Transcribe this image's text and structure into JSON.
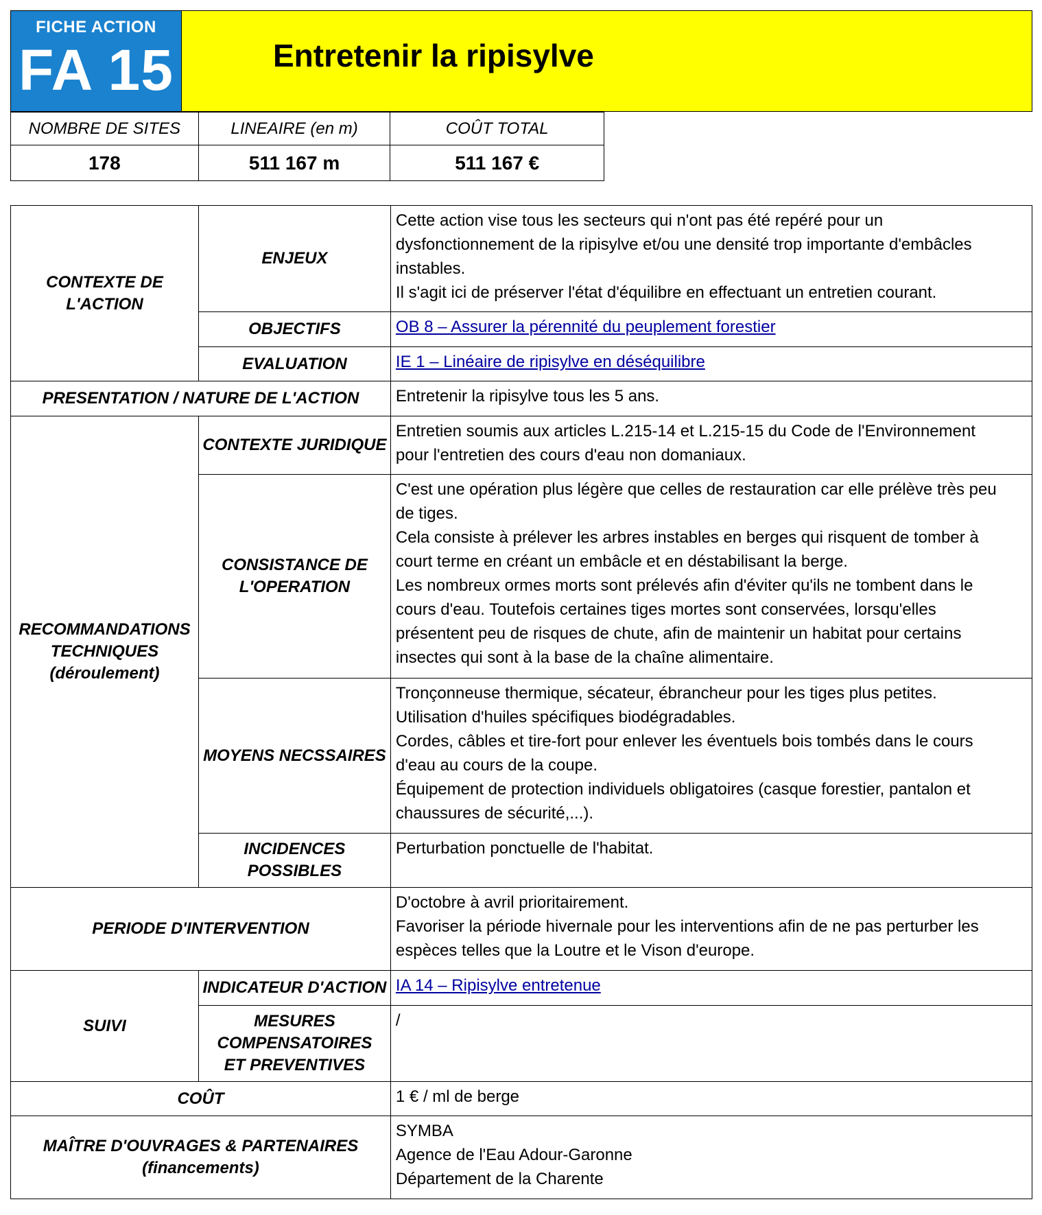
{
  "header": {
    "fiche_label": "FICHE ACTION",
    "code": "FA 15",
    "title": "Entretenir la ripisylve"
  },
  "stats": {
    "headers": [
      "NOMBRE DE SITES",
      "LINEAIRE (en m)",
      "COÛT TOTAL"
    ],
    "values": [
      "178",
      "511 167 m",
      "511 167 €"
    ]
  },
  "sections": {
    "contexte": {
      "label": "CONTEXTE DE L'ACTION",
      "enjeux_label": "ENJEUX",
      "enjeux_lines": [
        "Cette action vise tous les secteurs qui n'ont pas été repéré pour un",
        "dysfonctionnement de la ripisylve et/ou une densité trop importante d'embâcles",
        "instables.",
        "Il s'agit ici de préserver l'état d'équilibre en effectuant un entretien courant."
      ],
      "objectifs_label": "OBJECTIFS",
      "objectifs_link": "OB 8 – Assurer la pérennité du peuplement forestier",
      "evaluation_label": "EVALUATION",
      "evaluation_link": "IE 1 – Linéaire de ripisylve en déséquilibre"
    },
    "presentation": {
      "label": "PRESENTATION / NATURE DE L'ACTION",
      "value": "Entretenir la ripisylve tous les 5 ans."
    },
    "recommandations": {
      "label_line1": "RECOMMANDATIONS",
      "label_line2": "TECHNIQUES",
      "label_line3": "(déroulement)",
      "juridique_label": "CONTEXTE JURIDIQUE",
      "juridique_lines": [
        "Entretien soumis aux articles L.215-14 et L.215-15 du Code de l'Environnement",
        "pour l'entretien des cours d'eau non domaniaux."
      ],
      "consistance_label": "CONSISTANCE DE L'OPERATION",
      "consistance_lines": [
        "C'est une opération plus légère que celles de restauration car elle prélève très peu",
        "de tiges.",
        "Cela consiste à prélever les arbres instables en berges qui risquent de tomber à",
        "court terme en créant un embâcle et en déstabilisant la berge.",
        "Les nombreux ormes morts sont prélevés afin d'éviter qu'ils ne tombent dans le",
        "cours d'eau. Toutefois certaines tiges mortes sont conservées, lorsqu'elles",
        "présentent peu de risques de chute, afin de maintenir un habitat pour certains",
        "insectes qui sont à la base de la chaîne alimentaire."
      ],
      "moyens_label": "MOYENS NECSSAIRES",
      "moyens_lines": [
        "Tronçonneuse thermique, sécateur, ébrancheur pour les tiges plus petites.",
        "Utilisation d'huiles spécifiques biodégradables.",
        "Cordes, câbles et tire-fort pour enlever les éventuels bois tombés dans le cours",
        "d'eau au cours de la coupe.",
        "Équipement de protection individuels obligatoires (casque forestier, pantalon et",
        "chaussures de sécurité,...)."
      ],
      "incidences_label_line1": "INCIDENCES",
      "incidences_label_line2": "POSSIBLES",
      "incidences_value": "Perturbation ponctuelle de l'habitat."
    },
    "periode": {
      "label": "PERIODE D'INTERVENTION",
      "lines": [
        "D'octobre à avril prioritairement.",
        "Favoriser la période hivernale pour les interventions afin de ne pas perturber les",
        "espèces telles que la Loutre et le Vison d'europe."
      ]
    },
    "suivi": {
      "label": "SUIVI",
      "indicateur_label": "INDICATEUR D'ACTION",
      "indicateur_link": "IA 14 – Ripisylve entretenue",
      "mesures_label_line1": "MESURES",
      "mesures_label_line2": "COMPENSATOIRES",
      "mesures_label_line3": "ET PREVENTIVES",
      "mesures_value": "/"
    },
    "cout": {
      "label": "COÛT",
      "value": "1 € / ml de berge"
    },
    "maitre": {
      "label_line1": "MAÎTRE D'OUVRAGES & PARTENAIRES",
      "label_line2": "(financements)",
      "lines": [
        "SYMBA",
        "Agence de l'Eau Adour-Garonne",
        "Département de la Charente"
      ]
    }
  }
}
